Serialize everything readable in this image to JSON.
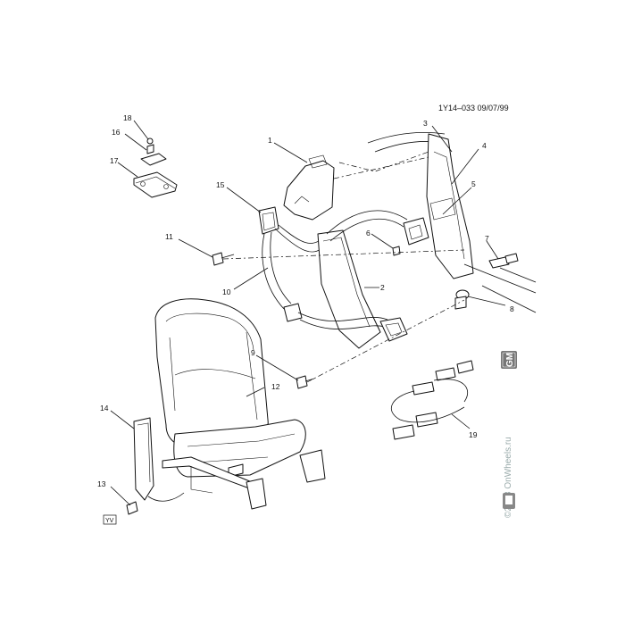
{
  "diagram": {
    "doc_id": "1Y14–033  09/07/99",
    "watermark": "©2018 OnWheels.ru",
    "corner_tag": "YV",
    "brand_logo": "GM",
    "callouts": [
      "1",
      "2",
      "3",
      "4",
      "5",
      "6",
      "7",
      "8",
      "9",
      "10",
      "11",
      "12",
      "13",
      "14",
      "15",
      "16",
      "17",
      "18",
      "19"
    ]
  }
}
